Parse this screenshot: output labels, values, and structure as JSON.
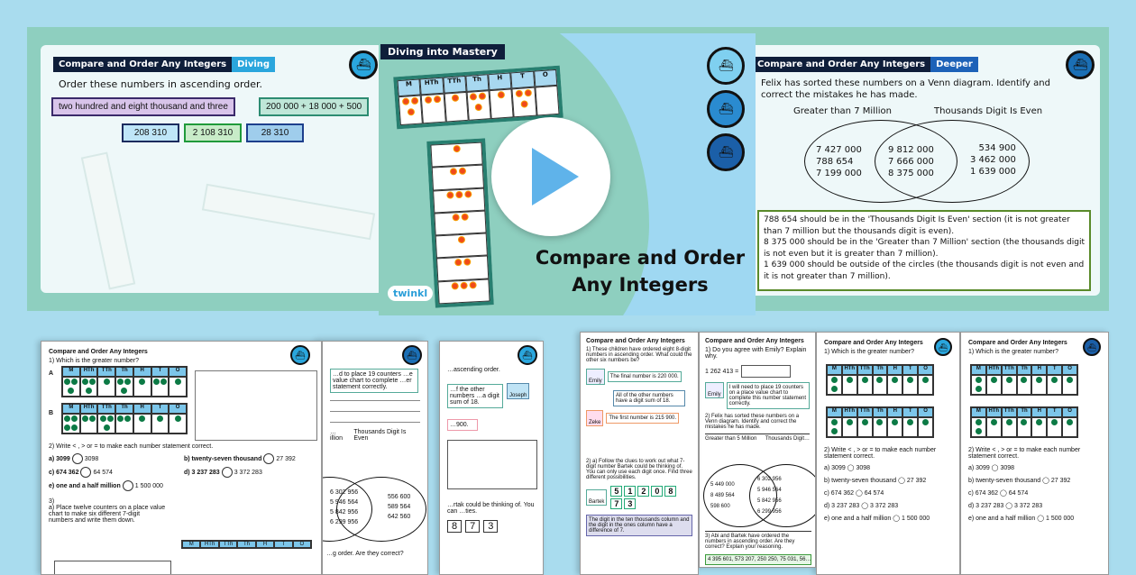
{
  "colors": {
    "background": "#a9dcee",
    "teal": "#8ecfbf",
    "navy": "#0f1e3a",
    "counter": "#f04a1a",
    "green_counter": "#0c7a45"
  },
  "left_slide": {
    "title": "Compare and Order Any Integers",
    "level": "Diving",
    "icon": "submarine-icon",
    "instruction": "Order these numbers in ascending order.",
    "cards": [
      "two hundred and eight thousand and three",
      "200 000 + 18 000 + 500",
      "208 310",
      "2 108 310",
      "28 310"
    ]
  },
  "center_slide": {
    "tag": "Diving into Mastery",
    "title_line1": "Compare and Order",
    "title_line2": "Any Integers",
    "logo": "twinkl",
    "columns": [
      "M",
      "HTh",
      "TTh",
      "Th",
      "H",
      "T",
      "O"
    ],
    "icons": [
      "submarine-shallow-icon",
      "submarine-mid-icon",
      "submarine-deep-icon"
    ],
    "play_icon": "play-icon"
  },
  "right_slide": {
    "title": "Compare and Order Any Integers",
    "level": "Deeper",
    "prompt": "Felix has sorted these numbers on a Venn diagram. Identify and correct the mistakes he has made.",
    "set_a": "Greater than 7 Million",
    "set_b": "Thousands Digit Is Even",
    "only_a": [
      "7 427 000",
      "788 654",
      "7 199 000"
    ],
    "both": [
      "9 812 000",
      "7 666 000",
      "8 375 000"
    ],
    "only_b": [
      "534 900",
      "3 462 000",
      "1 639 000"
    ],
    "answer": [
      "788 654 should be in the 'Thousands Digit Is Even' section (it is not greater than 7 million but the thousands digit is even).",
      "8 375 000 should be in the 'Greater than 7 Million' section (the thousands digit is not even but it is greater than 7 million).",
      "1 639 000 should be outside of the circles (the thousands digit is not even and it is not greater than 7 million)."
    ]
  },
  "worksheet1": {
    "title": "Compare and Order Any Integers",
    "q1": "1) Which is the greater number?",
    "label_a": "A",
    "label_b": "B",
    "q2": "2) Write  < , > or =  to make each number statement correct.",
    "q2a": [
      "a) 3099",
      "3098"
    ],
    "q2b": [
      "b) twenty-seven thousand",
      "27 392"
    ],
    "q2c": [
      "c) 674 362",
      "64 574"
    ],
    "q2d": [
      "d) 3 237 283",
      "3 372 283"
    ],
    "q2e": [
      "e) one and a half million",
      "1 500 000"
    ],
    "q3": "3)",
    "q3a": "a) Place twelve counters on a place value chart to make six different 7-digit numbers and write them down."
  },
  "worksheet2": {
    "speech": "…d to place 19 counters …e value chart to complete …er statement correctly.",
    "venn_a": "…illion",
    "venn_b": "Thousands Digit Is Even",
    "both": [
      "6 302 956",
      "5 946 564",
      "5 842 956",
      "6 299 956"
    ],
    "only_b": [
      "556 600",
      "589 564",
      "642 560"
    ],
    "q": "…g order. Are they correct?"
  },
  "worksheet3": {
    "line1": "…ascending order.",
    "speech": "…f the other numbers …a digit sum of 18.",
    "name": "Joseph",
    "num": "…900.",
    "clue": "…rtak could be thinking of. You can …ties.",
    "digits": [
      "8",
      "7",
      "3"
    ]
  },
  "worksheet4": {
    "title": "Compare and Order Any Integers",
    "q1": "1) These children have ordered eight 8-digit numbers in ascending order. What could the other six numbers be?",
    "emily": "Emily",
    "emily_says": "The final number is 220 000.",
    "joseph_says": "All of the other numbers have a digit sum of 18.",
    "zeke": "Zeke",
    "zeke_says": "The first number is 215 900.",
    "q2": "2) a) Follow the clues to work out what 7-digit number Bartek could be thinking of. You can only use each digit once. Find three different possibilities.",
    "bartek": "Bartek",
    "digits": [
      "5",
      "1",
      "2",
      "0",
      "8",
      "7",
      "3"
    ],
    "clue": "The digit in the ten thousands column and the digit in the ones column have a difference of 7."
  },
  "worksheet5": {
    "title": "Compare and Order Any Integers",
    "q1": "1) Do you agree with Emily? Explain why.",
    "eq": "1 262 413 =",
    "emily": "Emily",
    "emily_says": "I will need to place 19 counters on a place value chart to complete this number statement correctly.",
    "q2": "2) Felix has sorted these numbers on a Venn diagram. Identify and correct the mistakes he has made.",
    "venn_a": "Greater than 5 Million",
    "venn_b": "Thousands Digit…",
    "only_a": [
      "5 449 000",
      "8 489 564",
      "598 600"
    ],
    "both": [
      "6 302 956",
      "5 946 564",
      "5 842 956",
      "6 299 956"
    ],
    "q3": "3) Abi and Bartek have ordered the numbers in ascending order. Are they correct? Explain your reasoning.",
    "answer": "4 395 601, 573 207, 250 250, 75 031, 56…"
  },
  "worksheet6": {
    "title": "Compare and Order Any Integers",
    "q1": "1) Which is the greater number?",
    "q2": "2) Write < , > or = to make each number statement correct.",
    "items": [
      "a) 3099 ◯ 3098",
      "b) twenty-seven thousand ◯ 27 392",
      "c) 674 362 ◯ 64 574",
      "d) 3 237 283 ◯ 3 372 283",
      "e) one and a half million ◯ 1 500 000"
    ]
  },
  "worksheet7": {
    "title": "Compare and Order Any Integers",
    "q1": "1) Which is the greater number?",
    "q2": "2) Write < , > or = to make each number statement correct.",
    "items": [
      "a) 3099 ◯ 3098",
      "b) twenty-seven thousand ◯ 27 392",
      "c) 674 362 ◯ 64 574",
      "d) 3 237 283 ◯ 3 372 283",
      "e) one and a half million ◯ 1 500 000"
    ]
  }
}
